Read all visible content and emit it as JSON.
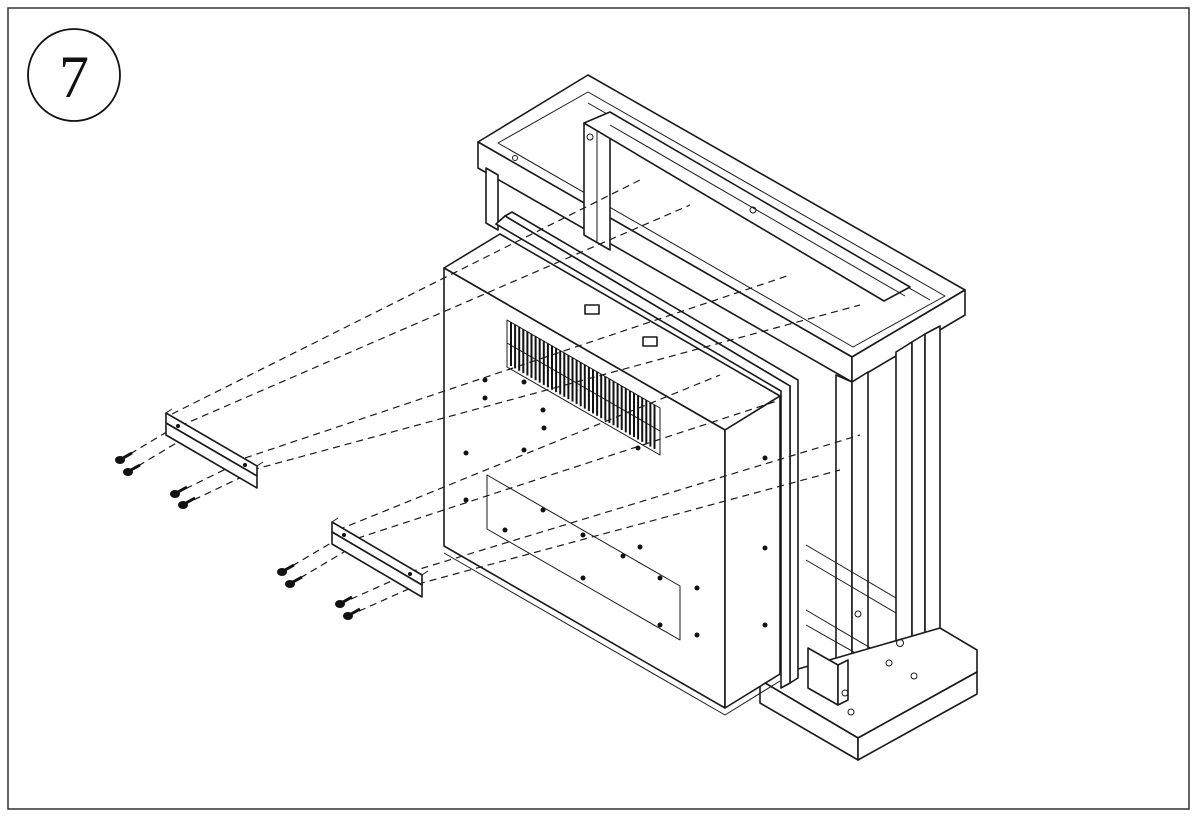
{
  "step": {
    "number": "7"
  },
  "colors": {
    "line": "#1a1a1a",
    "background": "#ffffff"
  },
  "parts": {
    "cabinet": "fireplace-surround-frame",
    "insert": "electric-fireplace-insert",
    "brackets": 2,
    "screws_per_bracket": 4
  }
}
